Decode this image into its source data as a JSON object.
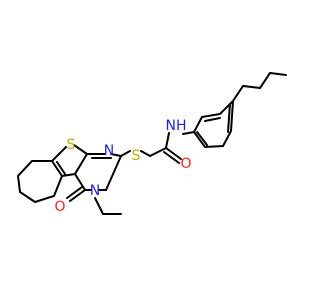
{
  "atoms": {
    "nh": {
      "text": "NH",
      "color": "#1f1ff0"
    },
    "o_amide": {
      "text": "O",
      "color": "#ff1f1f"
    },
    "s_link": {
      "text": "S",
      "color": "#b3b300"
    },
    "n_ring_top": {
      "text": "N",
      "color": "#1f1ff0"
    },
    "s_thio": {
      "text": "S",
      "color": "#b3b300"
    },
    "n_ring_bottom": {
      "text": "N",
      "color": "#1f1ff0"
    },
    "o_ketone": {
      "text": "O",
      "color": "#ff1f1f"
    }
  },
  "colors": {
    "bond": "#000000",
    "background": "#ffffff"
  }
}
